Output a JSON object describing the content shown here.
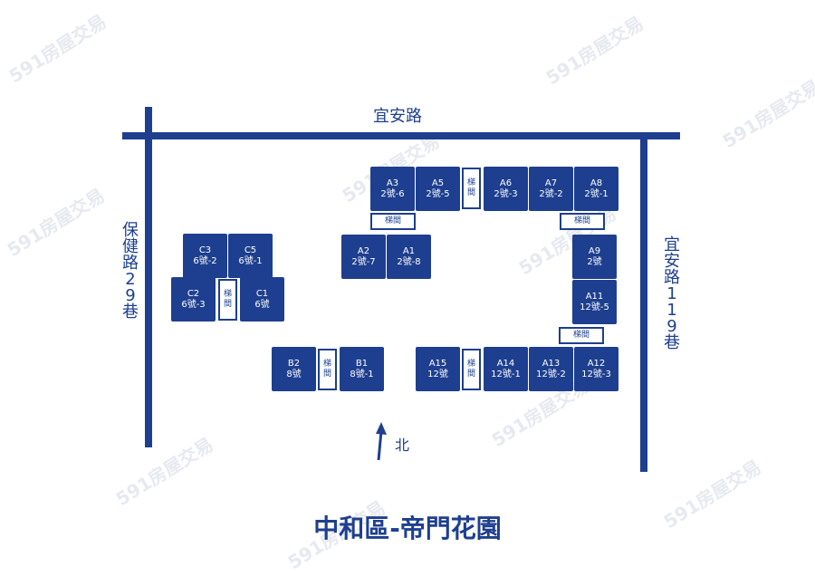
{
  "colors": {
    "primary": "#1e3f8f",
    "background": "#ffffff",
    "watermark": "#e6e9f0"
  },
  "watermark_text": "591房屋交易",
  "roads": {
    "top": "宜安路",
    "left": "保健路29巷",
    "right": "宜安路119巷"
  },
  "title": "中和區-帝門花園",
  "north": "北",
  "stair_label": "梯間",
  "units": [
    {
      "id": "A3",
      "sub": "2號-6"
    },
    {
      "id": "A5",
      "sub": "2號-5"
    },
    {
      "id": "A6",
      "sub": "2號-3"
    },
    {
      "id": "A7",
      "sub": "2號-2"
    },
    {
      "id": "A8",
      "sub": "2號-1"
    },
    {
      "id": "A2",
      "sub": "2號-7"
    },
    {
      "id": "A1",
      "sub": "2號-8"
    },
    {
      "id": "A9",
      "sub": "2號"
    },
    {
      "id": "A11",
      "sub": "12號-5"
    },
    {
      "id": "C3",
      "sub": "6號-2"
    },
    {
      "id": "C5",
      "sub": "6號-1"
    },
    {
      "id": "C2",
      "sub": "6號-3"
    },
    {
      "id": "C1",
      "sub": "6號"
    },
    {
      "id": "B2",
      "sub": "8號"
    },
    {
      "id": "B1",
      "sub": "8號-1"
    },
    {
      "id": "A15",
      "sub": "12號"
    },
    {
      "id": "A14",
      "sub": "12號-1"
    },
    {
      "id": "A13",
      "sub": "12號-2"
    },
    {
      "id": "A12",
      "sub": "12號-3"
    }
  ]
}
